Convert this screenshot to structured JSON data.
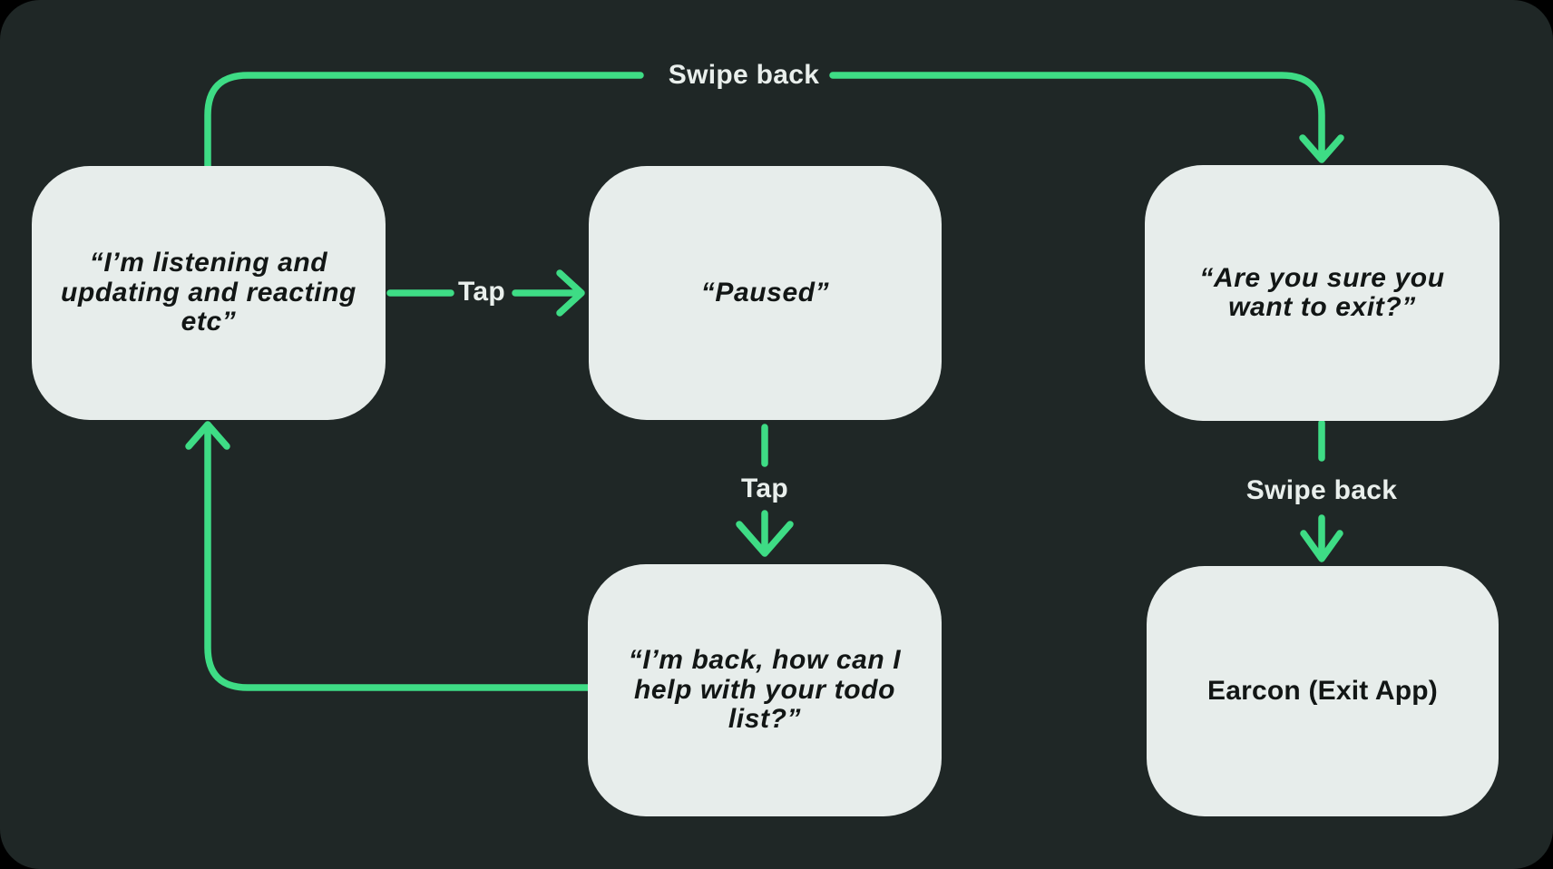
{
  "diagram": {
    "nodes": [
      {
        "id": "listening",
        "label": "“I’m listening and\nupdating and reacting\netc”"
      },
      {
        "id": "paused",
        "label": "“Paused”"
      },
      {
        "id": "exit-confirm",
        "label": "“Are you sure you\nwant to exit?”"
      },
      {
        "id": "im-back",
        "label": "“I’m back, how can I\nhelp with your todo\nlist?”"
      },
      {
        "id": "earcon",
        "label": "Earcon (Exit App)"
      }
    ],
    "edges": [
      {
        "from": "listening",
        "to": "exit-confirm",
        "gesture": "Swipe back"
      },
      {
        "from": "listening",
        "to": "paused",
        "gesture": "Tap"
      },
      {
        "from": "paused",
        "to": "im-back",
        "gesture": "Tap"
      },
      {
        "from": "im-back",
        "to": "listening",
        "gesture": ""
      },
      {
        "from": "exit-confirm",
        "to": "earcon",
        "gesture": "Swipe back"
      }
    ],
    "colors": {
      "outer_background": "#000000",
      "canvas_background": "#1f2726",
      "node_fill": "#e7edeb",
      "node_text": "#121615",
      "arrow": "#3edc85",
      "edge_label_text": "#e9efec"
    }
  }
}
